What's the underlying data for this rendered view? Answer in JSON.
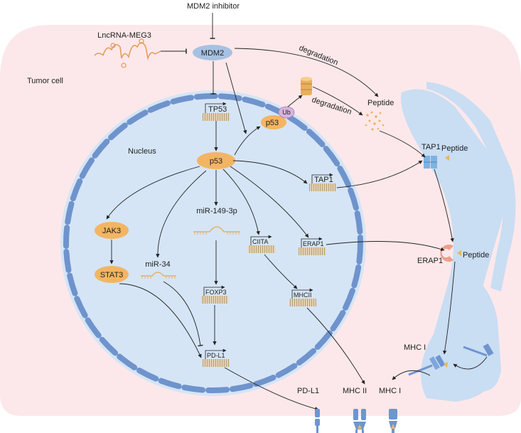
{
  "labels": {
    "mdm2_inhibitor": "MDM2 inhibitor",
    "lncrna": "LncRNA-MEG3",
    "mdm2": "MDM2",
    "degradation_1": "degradation",
    "degradation_2": "degradation",
    "tumor_cell": "Tumor cell",
    "nucleus": "Nucleus",
    "tp53": "TP53",
    "p53_main": "p53",
    "p53_small": "p53",
    "ub": "Ub",
    "peptide_top": "Peptide",
    "peptide_tap": "Peptide",
    "peptide_erap": "Peptide",
    "tap1_gene": "TAP1",
    "tap1_protein": "TAP1",
    "erap1_gene": "ERAP1",
    "erap1_protein": "ERAP1",
    "jak3": "JAK3",
    "stat3": "STAT3",
    "mir34": "miR-34",
    "mir149": "miR-149-3p",
    "ciita": "CIITA",
    "foxp3": "FOXP3",
    "mhcii_gene": "MHCII",
    "pdl1_gene": "PD-L1",
    "mhci_er": "MHC I",
    "pdl1_surface": "PD-L1",
    "mhcii_surface": "MHC II",
    "mhci_surface": "MHC I"
  },
  "colors": {
    "cell": "#fce8ea",
    "nucleus": "#d5e5f6",
    "nuclear_envelope": "#6f93cc",
    "protein": "#f3b562",
    "gene_box": "#d9c5a2",
    "er": "#c9ddf3",
    "receptor": "#6e95cf",
    "ub": "#d7b3de"
  }
}
